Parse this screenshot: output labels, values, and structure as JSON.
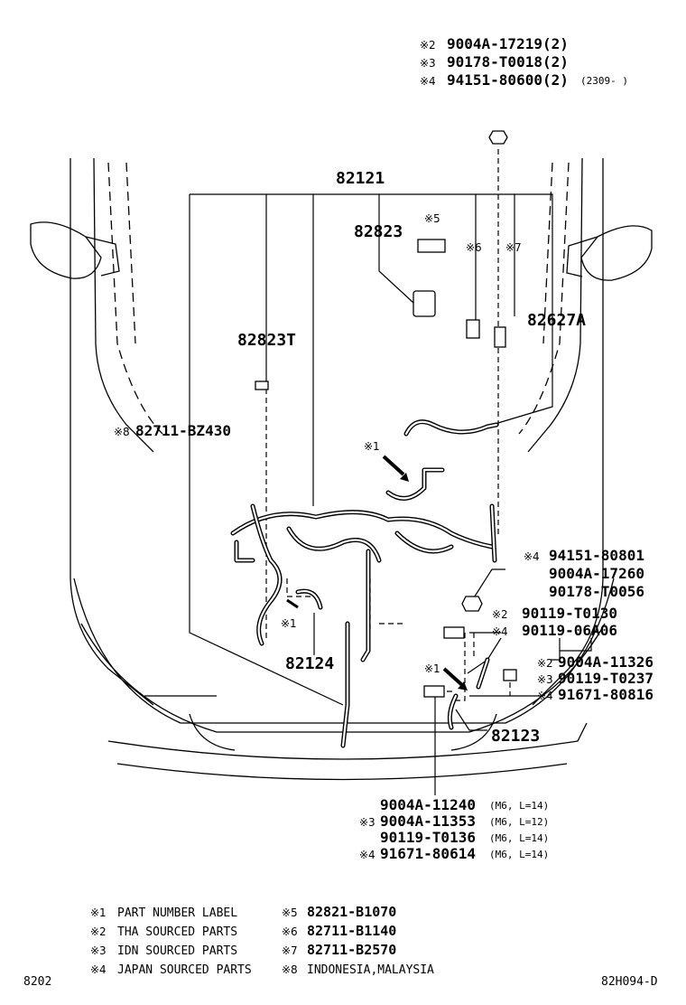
{
  "top_callout": {
    "lines": [
      {
        "mark": "※2",
        "part": "9004A-17219(2)",
        "extra": ""
      },
      {
        "mark": "※3",
        "part": "90178-T0018(2)",
        "extra": ""
      },
      {
        "mark": "※4",
        "part": "94151-80600(2)",
        "extra": "(2309-      )"
      }
    ]
  },
  "labels": {
    "main_harness": "82121",
    "clamp_82823": "82823",
    "clamp_82823T": "82823T",
    "bracket_82627A": "82627A",
    "wire_82124": "82124",
    "wire_82123": "82123",
    "mark5": "※5",
    "mark6": "※6",
    "mark7": "※7",
    "mark1a": "※1",
    "mark1b": "※1",
    "mark1c": "※1",
    "harness_region_mark": "※8",
    "harness_region_part": "82711-BZ430"
  },
  "right_group_a": [
    {
      "mark": "※4",
      "part": "94151-80801"
    },
    {
      "mark": "",
      "part": "9004A-17260"
    },
    {
      "mark": "",
      "part": "90178-T0056"
    }
  ],
  "right_group_b": [
    {
      "mark": "※2",
      "part": "90119-T0130"
    },
    {
      "mark": "※4",
      "part": "90119-06A06"
    }
  ],
  "right_group_c": [
    {
      "mark": "※2",
      "part": "9004A-11326"
    },
    {
      "mark": "※3",
      "part": "90119-T0237"
    },
    {
      "mark": "※4",
      "part": "91671-80816"
    }
  ],
  "bottom_group": [
    {
      "mark": "",
      "part": "9004A-11240",
      "spec": "(M6, L=14)"
    },
    {
      "mark": "※3",
      "part": "9004A-11353",
      "spec": "(M6, L=12)"
    },
    {
      "mark": "",
      "part": "90119-T0136",
      "spec": "(M6, L=14)"
    },
    {
      "mark": "※4",
      "part": "91671-80614",
      "spec": "(M6, L=14)"
    }
  ],
  "legend_left": [
    {
      "mark": "※1",
      "text": "PART NUMBER LABEL"
    },
    {
      "mark": "※2",
      "text": "THA SOURCED PARTS"
    },
    {
      "mark": "※3",
      "text": "IDN SOURCED PARTS"
    },
    {
      "mark": "※4",
      "text": "JAPAN SOURCED PARTS"
    }
  ],
  "legend_right": [
    {
      "mark": "※5",
      "text": "82821-B1070"
    },
    {
      "mark": "※6",
      "text": "82711-B1140"
    },
    {
      "mark": "※7",
      "text": "82711-B2570"
    },
    {
      "mark": "※8",
      "text": "INDONESIA,MALAYSIA"
    }
  ],
  "footer": {
    "page_code": "8202",
    "drawing_code": "82H094-D"
  }
}
